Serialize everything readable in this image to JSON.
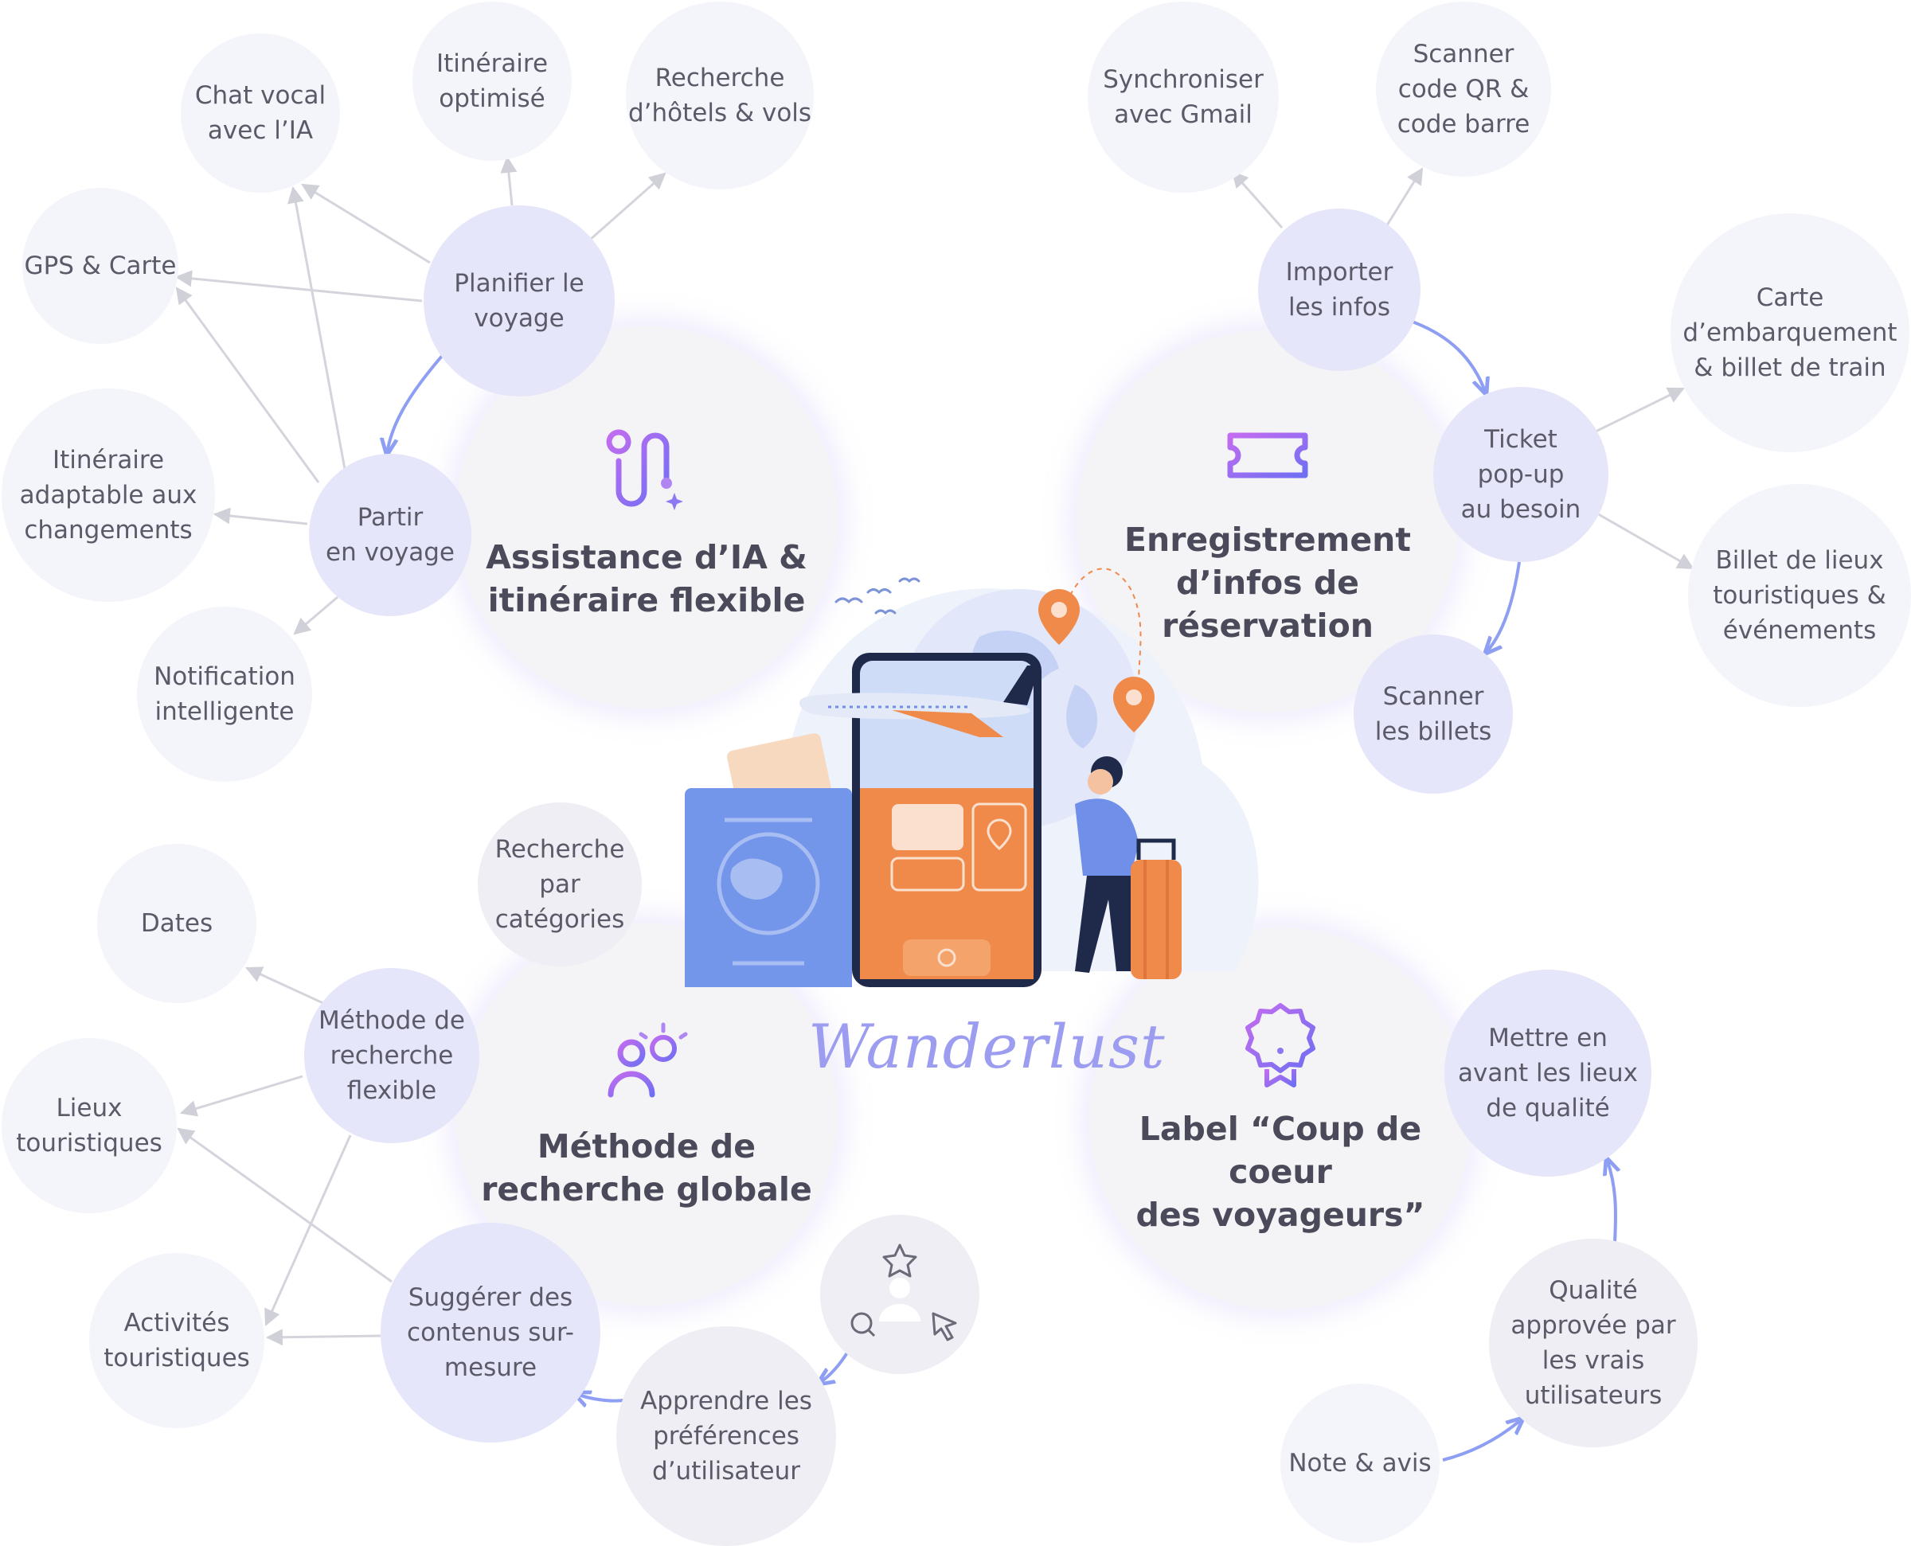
{
  "brand": "Wanderlust",
  "colors": {
    "accent_arrow": "#8e9ef2",
    "gray_arrow": "#d4d4dc",
    "hub_bg": "#f4f4f6",
    "node_bg": "#e6e6fa",
    "leaf_bg": "#f4f4fb",
    "icon_gradient": [
      "#b46ff2",
      "#7b6ff2"
    ],
    "illustration_orange": "#f08a4a",
    "illustration_blue": "#6f8fe8"
  },
  "hubs": {
    "ai": {
      "title": "Assistance d’IA &\nitinéraire flexible",
      "icon": "route-icon"
    },
    "reservation": {
      "title": "Enregistrement\nd’infos de réservation",
      "icon": "ticket-icon"
    },
    "search": {
      "title": "Méthode de\nrecherche globale",
      "icon": "user-idea-icon"
    },
    "label": {
      "title": "Label “Coup de coeur\ndes voyageurs”",
      "icon": "badge-icon"
    }
  },
  "nodes": {
    "planifier": "Planifier le\nvoyage",
    "partir": "Partir\nen voyage",
    "importer": "Importer\nles infos",
    "ticket_popup": "Ticket\npop-up\nau besoin",
    "scanner_billets": "Scanner\nles billets",
    "methode_flexible": "Méthode de\nrecherche\nflexible",
    "suggerer": "Suggérer des\ncontenus sur-\nmesure",
    "apprendre": "Apprendre les\npréférences\nd’utilisateur",
    "recherche_categories": "Recherche\npar\ncatégories",
    "mettre_en_avant": "Mettre en\navant les lieux\nde qualité",
    "qualite": "Qualité\napprovée par\nles vrais\nutilisateurs",
    "note_avis": "Note & avis"
  },
  "leaves": {
    "chat_vocal": "Chat vocal\navec l’IA",
    "itineraire_optimise": "Itinéraire\noptimisé",
    "recherche_hotels": "Recherche\nd’hôtels & vols",
    "gps": "GPS & Carte",
    "itineraire_adaptable": "Itinéraire\nadaptable aux\nchangements",
    "notification": "Notification\nintelligente",
    "synchroniser": "Synchroniser\navec Gmail",
    "scanner_qr": "Scanner\ncode QR &\ncode barre",
    "carte_embarquement": "Carte\nd’embarquement\n& billet de train",
    "billet_lieux": "Billet de lieux\ntouristiques &\névénements",
    "dates": "Dates",
    "lieux_touristiques": "Lieux\ntouristiques",
    "activites": "Activités\ntouristiques"
  },
  "preferences_icons": [
    "star-icon",
    "user-icon",
    "search-icon",
    "cursor-icon"
  ]
}
